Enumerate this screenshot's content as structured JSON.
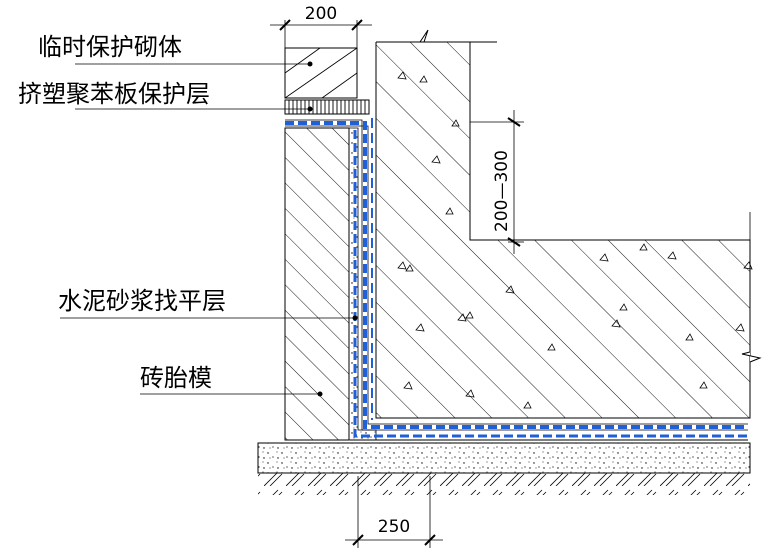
{
  "labels": {
    "temp_wall": "临时保护砌体",
    "xps_layer": "挤塑聚苯板保护层",
    "mortar_layer": "水泥砂浆找平层",
    "brick_form": "砖胎模"
  },
  "dimensions": {
    "top_width": "200",
    "bottom_width": "250",
    "vertical_range": "200—300"
  },
  "colors": {
    "membrane_blue": "#1f5fd8",
    "line": "#000000"
  }
}
